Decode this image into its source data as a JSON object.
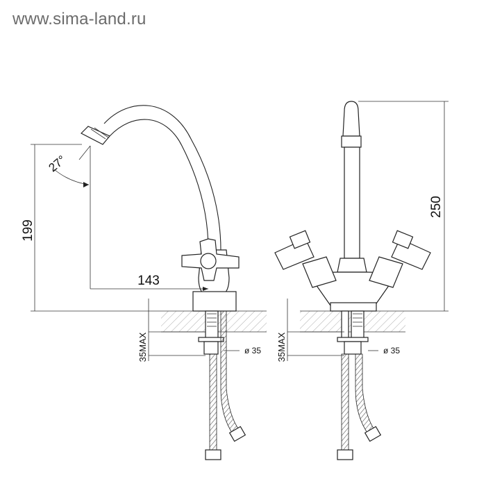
{
  "watermark": "www.sima-land.ru",
  "dimensions": {
    "angle": "27°",
    "height_spout": "199",
    "reach": "143",
    "height_total": "250",
    "mount_left": "35MAX",
    "mount_right": "35MAX",
    "diameter_left": "ø 35",
    "diameter_right": "ø 35"
  }
}
